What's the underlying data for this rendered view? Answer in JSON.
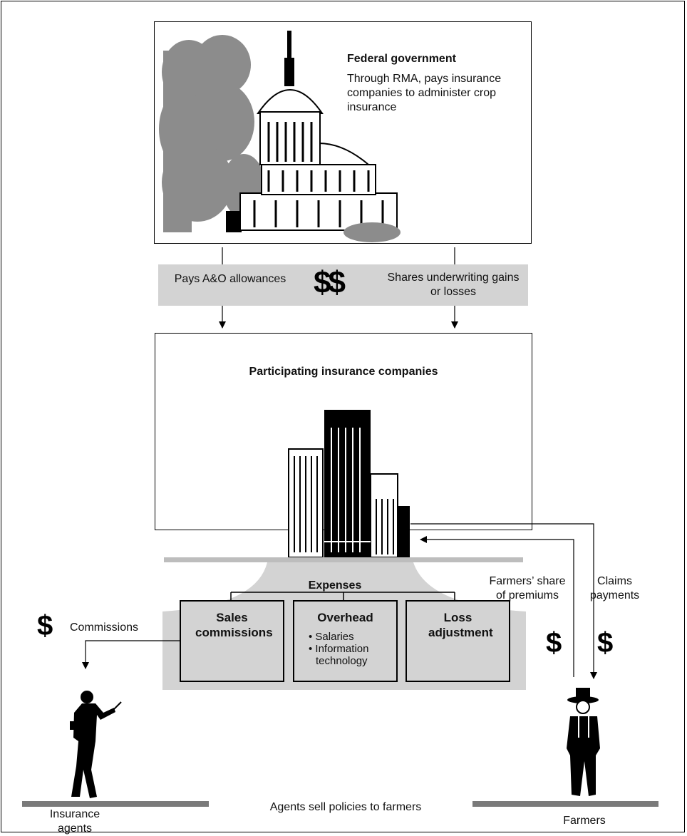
{
  "federal": {
    "title": "Federal government",
    "description": "Through RMA, pays insurance companies to administer crop insurance"
  },
  "flow_band": {
    "left_label": "Pays A&O allowances",
    "symbol": "$$",
    "right_label": "Shares underwriting gains or losses"
  },
  "companies": {
    "title": "Participating insurance companies",
    "expenses_label": "Expenses",
    "boxes": [
      {
        "title": "Sales commissions",
        "bullets": []
      },
      {
        "title": "Overhead",
        "bullets": [
          "Salaries",
          "Information technology"
        ]
      },
      {
        "title": "Loss adjustment",
        "bullets": []
      }
    ]
  },
  "agents": {
    "dollar": "$",
    "commissions_label": "Commissions",
    "label": "Insurance agents"
  },
  "farmers": {
    "premium_label": "Farmers’ share of premiums",
    "claims_label": "Claims payments",
    "dollar_left": "$",
    "dollar_right": "$",
    "label": "Farmers"
  },
  "footer": {
    "sell_label": "Agents sell policies to farmers"
  },
  "colors": {
    "band_gray": "#d3d3d3",
    "ground_gray": "#7a7a7a",
    "tree_gray": "#8c8c8c"
  }
}
